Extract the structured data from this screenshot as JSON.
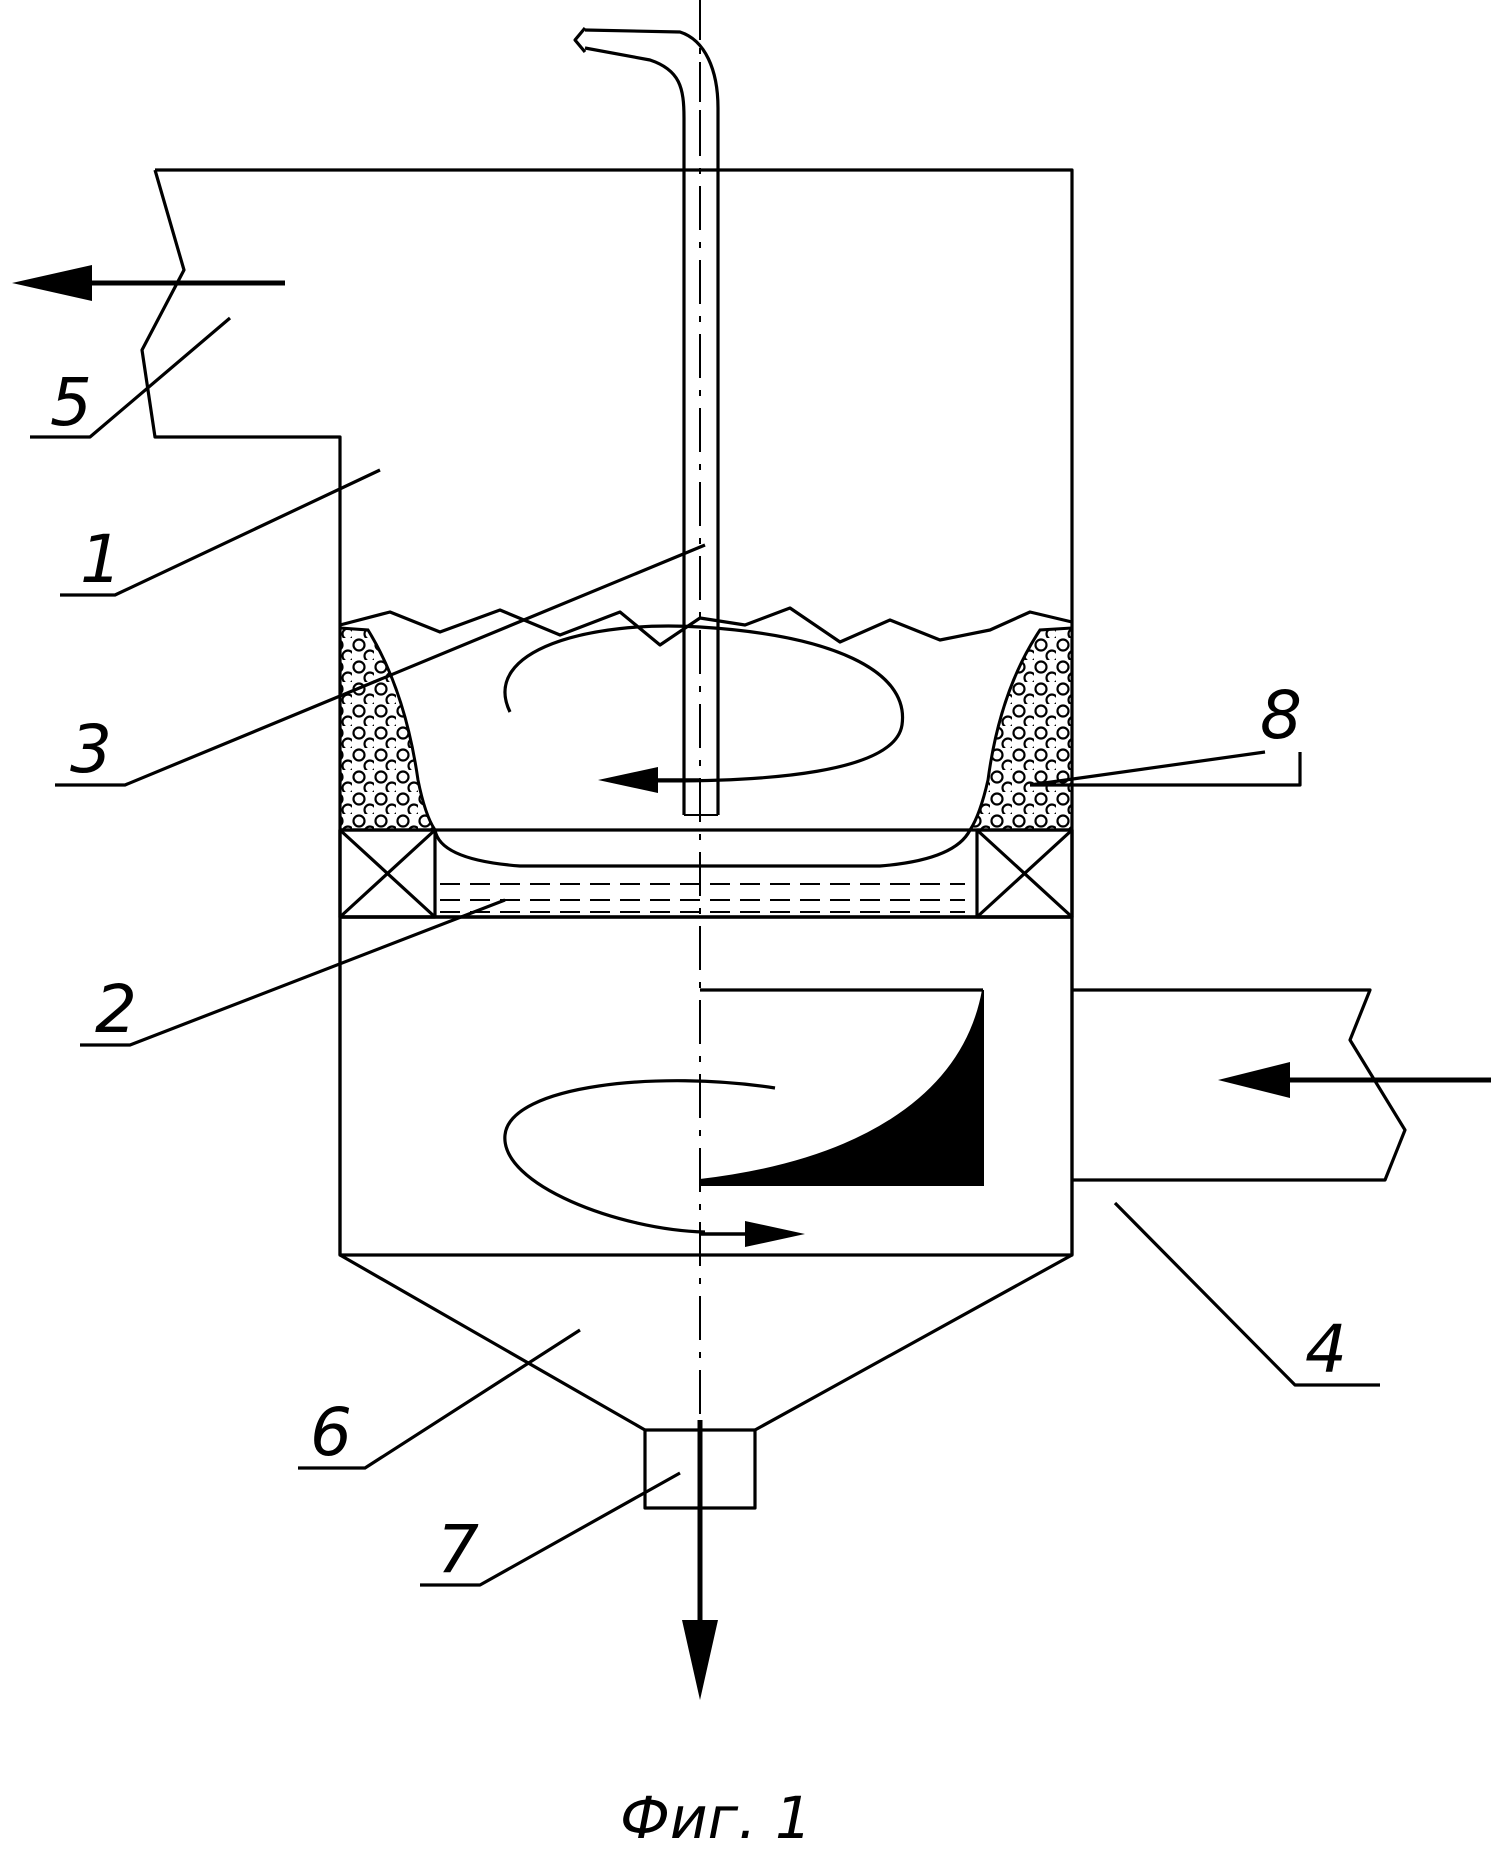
{
  "labels": {
    "l1": "1",
    "l2": "2",
    "l3": "3",
    "l4": "4",
    "l5": "5",
    "l6": "6",
    "l7": "7",
    "l8": "8"
  },
  "caption": "Фиг. 1"
}
